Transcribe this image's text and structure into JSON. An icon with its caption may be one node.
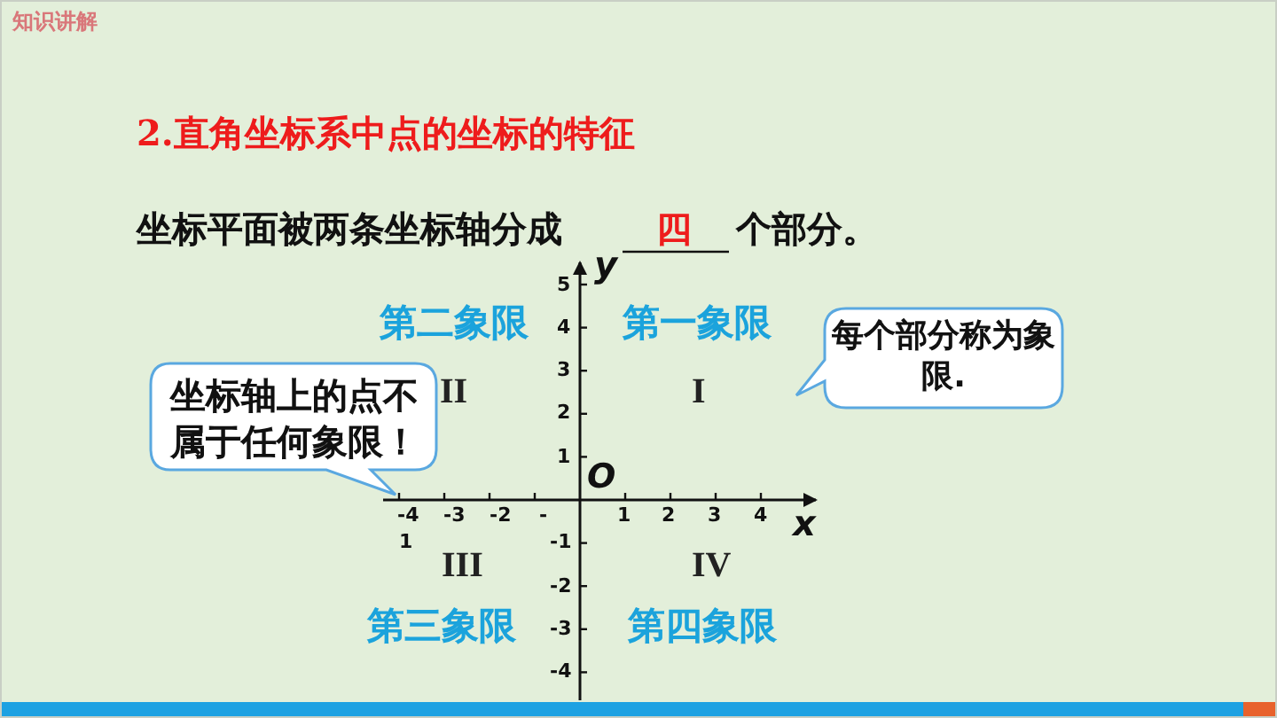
{
  "diagram": {
    "title": "2.直角坐标系中点的坐标的特征",
    "nodes": [
      {
        "text": [
          "坐标轴上的点不属于任何象限！"
        ]
      },
      {
        "text": [
          "每个部分称为**象限**."
        ]
      }
    ],
    "labels": [
      "知识讲解",
      "坐标平面被两条坐标轴分成",
      "四",
      "个部分。",
      "y",
      "5",
      "4",
      "3",
      "2",
      "1",
      "第二象限",
      "第一象限",
      "II",
      "I",
      "O",
      "-4",
      "-3",
      "-2",
      "-",
      "1",
      "2",
      "3",
      "4",
      "x",
      "1",
      "-1",
      "III",
      "IV",
      "-2",
      "第三象限",
      "第四象限",
      "-3",
      "-4"
    ]
  }
}
